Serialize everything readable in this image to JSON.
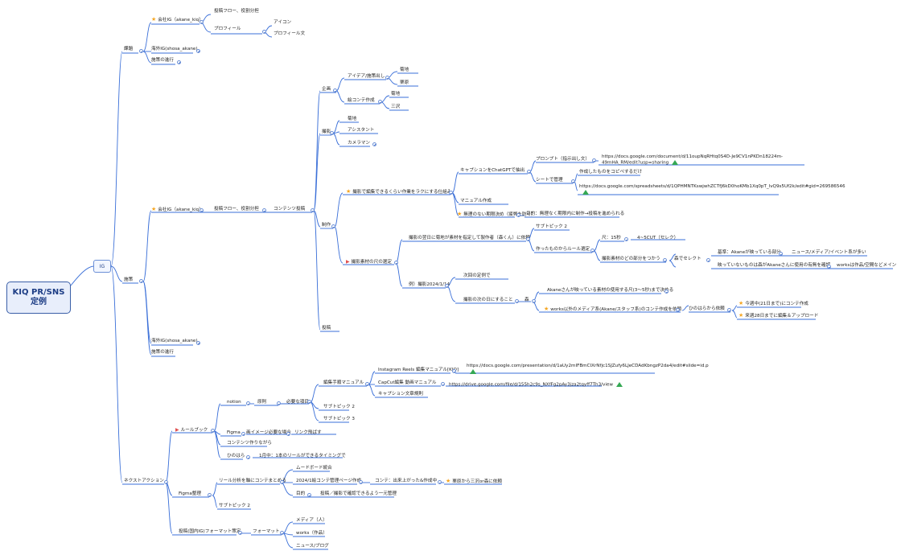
{
  "root": {
    "line1": "KIQ PR/SNS",
    "line2": "定例"
  },
  "ig": "IG",
  "nodes": {
    "kadai": "課題",
    "kaisha1": "会社IG（akane_kiq）",
    "toukou_flow1": "投稿フロー、役割分担",
    "profile": "プロフィール",
    "icon": "アイコン",
    "profile_text": "プロフィール文",
    "kaigai1": "海外IG(shosa_akane)",
    "sesaku1": "施策の進行",
    "kigyou": "企画",
    "idea": "アイデア/施策出し",
    "kuzuchi1": "菊地",
    "kurihara": "栗原",
    "ekonte": "絵コンテ作成",
    "kuzuchi2": "菊地",
    "misawa": "三沢",
    "satsuei": "撮影",
    "kuzuchi3": "菊地",
    "assistant": "アシスタント",
    "camera": "カメラマン",
    "kaisha2": "会社IG（akane_kiq）",
    "toukou_flow2": "投稿フロー、役割分担",
    "contents": "コンテンツ投稿",
    "seisaku": "制作",
    "henshu_raku": "撮影で編集できるくらい作業をラクにする仕組み",
    "caption": "キャプションをChatGPTで抽出",
    "prompt": "プロンプト（指示出し文）",
    "prompt_url": "https://docs.google.com/document/d/11oupNqRHtq0S4D-Je9CV1nPKDn18224m-49mHA_RM/edit?usp=sharing",
    "sheet": "シートで管理",
    "sakusei": "作成したものをコピペするだけ",
    "sheet_url": "https://docs.google.com/spreadsheets/d/1QPHMNTKswjwhZCTfJ6kD0hoKMb1Xq0pT_lvQ9s5Uf2k/edit#gid=269586546",
    "manual": "マニュアル作成",
    "muri": "無理のない期限決め（疲弊を防ぐ）",
    "mokuteki": "目的：無理なく期限内に制作→投稿を進められる",
    "sozai": "撮影素材の尺の選定",
    "satsuei_zenjitsu": "撮影の翌日に菊地が素材を指定して製作者（森くん）に依頼",
    "subtopic2a": "サブトピック 2",
    "tsukutta": "作ったものからルール選定",
    "shaku": "尺：15秒",
    "cut": "4~5CUT（セレク）",
    "doko": "撮影素材のどの部分をつかう",
    "mori_select": "森でセレクト",
    "kijun": "基準：Akaneが映っている部分",
    "news": "ニュース/メディア/イベント系が多い",
    "utsutte": "映っていないものは森がAkaneさんに使用の有無を確認",
    "works_sakuhin": "worksは作品/空間などメイン",
    "rei": "例）撮影2024/1/14",
    "jikai": "次回の定例で",
    "tsugi": "撮影の次の日にすること",
    "mori": "森",
    "akane_sozai": "Akaneさんが映っている素材の使用する尺(3〜5秒)まで決める",
    "works_igai": "works以外のメディア系(Akane/スタッフ系)のコンテ作成を依頼",
    "hinohara": "ひのはらから依頼",
    "konshu": "今週中(21日まで)にコンテ作成",
    "raishu": "来週28日までに編集＆アップロード",
    "toukou": "投稿",
    "kaigai2": "海外IG(shosa_akane)",
    "sesaku2": "施策の進行",
    "seisaku_top": "施策",
    "next": "ネクストアクション",
    "rulebook": "ルールブック",
    "notion": "notion",
    "gensoku": "原則",
    "hitsuyou": "必要な項目",
    "henshu_manual": "編集手順マニュアル",
    "reels": "Instagram Reels 編集マニュアル[KIQ]",
    "reels_url": "https://docs.google.com/presentation/d/1aUy2mIFBmCIXrNfjc1SJZufy6LJeCDAdKbngzP2da4/edit#slide=id.p",
    "capcut": "CapCut編集 動画マニュアル",
    "capcut_url": "https://drive.google.com/file/d/155h2c9s_NXfFg2pAy3jza2tqyff7Th3/view",
    "caption_rule": "キャプション文章規則",
    "subtopic2b": "サブトピック 2",
    "subtopic3": "サブトピック 3",
    "figma1": "Figma",
    "ga_image": "画イメージ必要な場合",
    "link": "リンク飛ばす",
    "contents_tsukuri": "コンテンツ作りながら",
    "hinohara2": "ひのはら",
    "ikkagetsu": "1月中：1本のリールができるタイミングで",
    "figma_seiri": "Figma整理",
    "reel_bunseki": "リール分析を軸にコンテまとめる",
    "moodboard": "ムードボード統合",
    "kanri_page": "2024/1絵コンテ管理ページ作成",
    "konte_status": "コンテ：出来上がった&作成中",
    "kurihara_mori": "栗原から三沢or森に依頼",
    "mokuteki2": "目的",
    "kakunin": "投稿／撮影で確認できるよう一元管理",
    "subtopic2c": "サブトピック 2",
    "format": "投稿(国内IG)フォーマット策定",
    "format_node": "フォーマット",
    "media": "メディア（人）",
    "works": "works（作品）",
    "news_blog": "ニュース/ブログ"
  },
  "colors": {
    "line": "#3a6fd8",
    "root_border": "#3a5fa8",
    "toggle": "#6b8fd6",
    "star": "#f5a623"
  }
}
